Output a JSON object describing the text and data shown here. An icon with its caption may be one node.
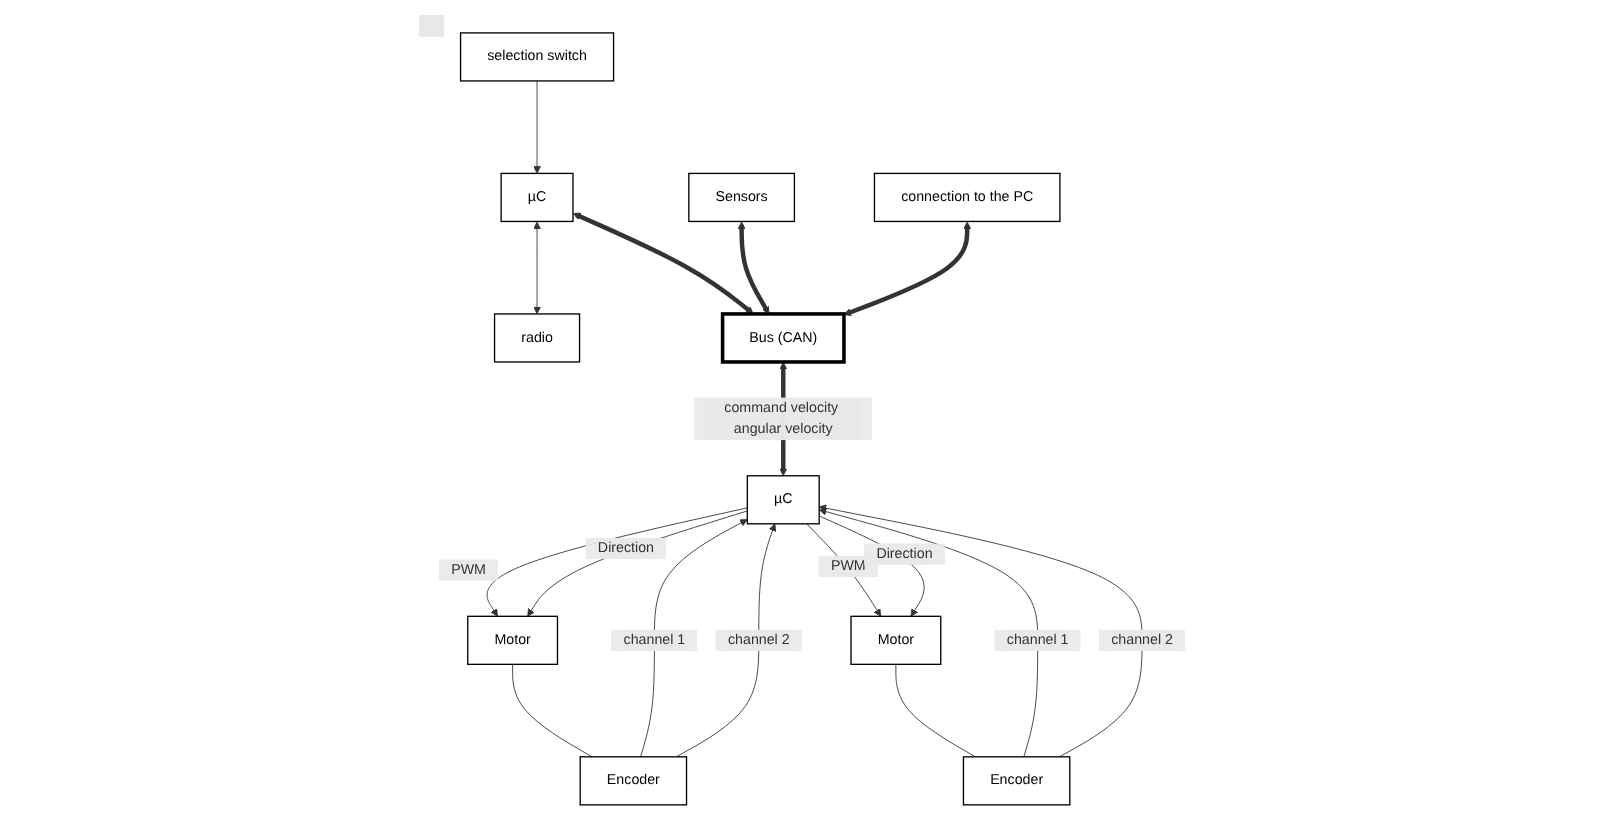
{
  "diagram": {
    "nodes": [
      {
        "text": [
          "selection switch"
        ]
      },
      {
        "text": [
          "µC"
        ]
      },
      {
        "text": [
          "radio"
        ]
      },
      {
        "text": [
          "Sensors"
        ]
      },
      {
        "text": [
          "connection to the PC"
        ]
      },
      {
        "text": [
          "Bus (CAN)"
        ]
      },
      {
        "text": [
          "Motor"
        ]
      },
      {
        "text": [
          "µC"
        ]
      },
      {
        "text": [
          "Motor"
        ]
      },
      {
        "text": [
          "Encoder"
        ]
      },
      {
        "text": [
          "Encoder"
        ]
      }
    ],
    "edges": [
      {
        "from": 0,
        "to": 1,
        "arrow": "to"
      },
      {
        "from": 1,
        "to": 2,
        "arrow": "both"
      },
      {
        "from": 1,
        "to": 5,
        "arrow": "both",
        "style": "thick"
      },
      {
        "from": 3,
        "to": 5,
        "arrow": "both",
        "style": "thick"
      },
      {
        "from": 4,
        "to": 5,
        "arrow": "both",
        "style": "thick"
      },
      {
        "from": 5,
        "to": 7,
        "arrow": "both",
        "style": "thick",
        "label": "command velocity angular velocity"
      },
      {
        "from": 7,
        "to": 6,
        "arrow": "to",
        "label": "PWM"
      },
      {
        "from": 7,
        "to": 6,
        "arrow": "to",
        "label": "Direction"
      },
      {
        "from": 9,
        "to": 7,
        "arrow": "to",
        "label": "channel 1"
      },
      {
        "from": 9,
        "to": 7,
        "arrow": "to",
        "label": "channel 2"
      },
      {
        "from": 7,
        "to": 8,
        "arrow": "to",
        "label": "PWM"
      },
      {
        "from": 7,
        "to": 8,
        "arrow": "to",
        "label": "Direction"
      },
      {
        "from": 10,
        "to": 7,
        "arrow": "to",
        "label": "channel 1"
      },
      {
        "from": 10,
        "to": 7,
        "arrow": "to",
        "label": "channel 2"
      },
      {
        "from": 6,
        "to": 9,
        "arrow": "none"
      },
      {
        "from": 8,
        "to": 10,
        "arrow": "none"
      }
    ]
  }
}
